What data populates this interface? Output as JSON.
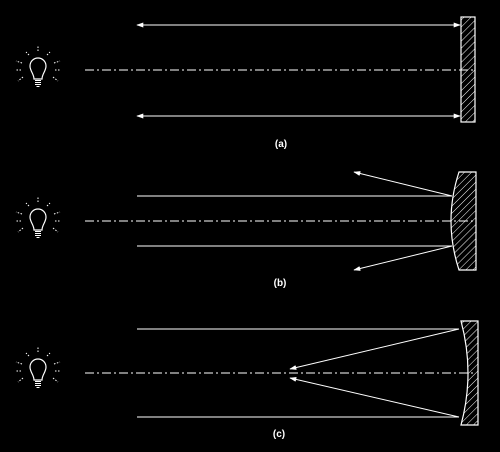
{
  "panels": [
    {
      "id": "a",
      "caption": "(a)",
      "mirror": "plane"
    },
    {
      "id": "b",
      "caption": "(b)",
      "mirror": "convex"
    },
    {
      "id": "c",
      "caption": "(c)",
      "mirror": "concave"
    }
  ],
  "icons": {
    "light_source": "light-bulb-icon"
  },
  "colors": {
    "background": "#000000",
    "stroke": "#ffffff"
  }
}
